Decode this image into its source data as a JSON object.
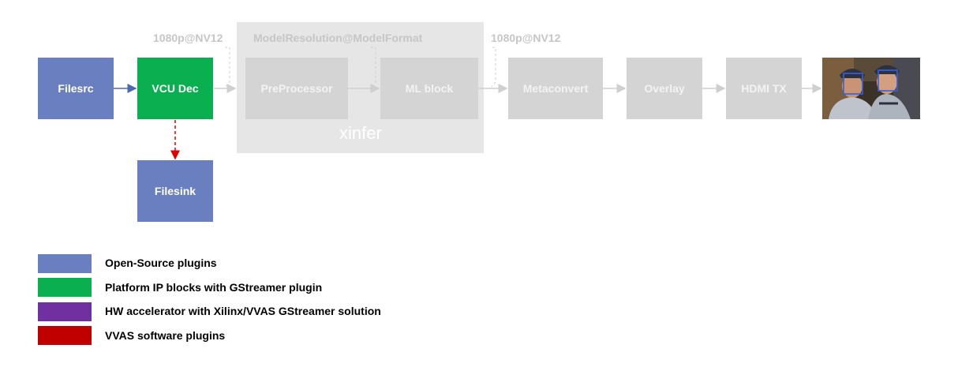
{
  "colors": {
    "open_source": "#6a7fbf",
    "platform_ip": "#0aaf50",
    "hw_accel": "#7030a0",
    "vvas_sw": "#c00000",
    "inactive": "#d4d4d4"
  },
  "pipeline": {
    "filesrc": "Filesrc",
    "vcu_dec": "VCU Dec",
    "filesink": "Filesink",
    "preprocessor": "PreProcessor",
    "ml_block": "ML block",
    "metaconvert": "Metaconvert",
    "overlay": "Overlay",
    "hdmi_tx": "HDMI TX",
    "xinfer": "xinfer"
  },
  "formats": {
    "decoder_out": "1080p@NV12",
    "model_in": "ModelResolution@ModelFormat",
    "xinfer_out": "1080p@NV12"
  },
  "legend": [
    {
      "label": "Open-Source plugins",
      "color": "#6a7fbf"
    },
    {
      "label": "Platform IP blocks with GStreamer plugin",
      "color": "#0aaf50"
    },
    {
      "label": "HW accelerator with Xilinx/VVAS GStreamer solution",
      "color": "#7030a0"
    },
    {
      "label": "VVAS software plugins",
      "color": "#c00000"
    }
  ],
  "output_image": {
    "icon": "face-detection-photo"
  }
}
